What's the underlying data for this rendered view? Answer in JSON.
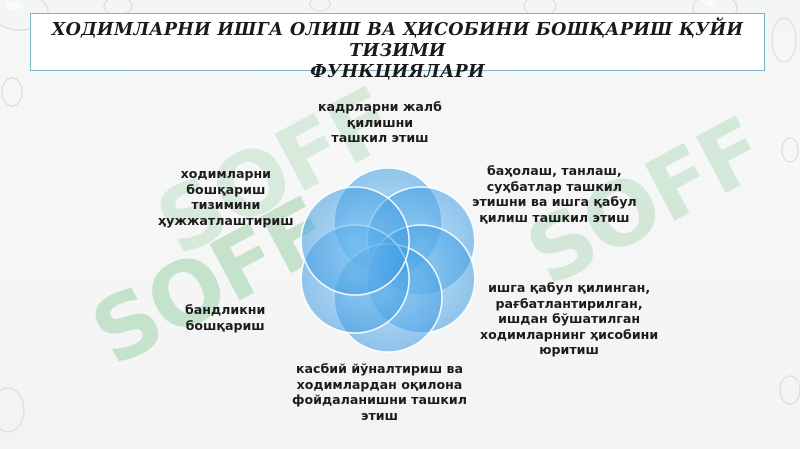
{
  "title": {
    "line1": "ХОДИМЛАРНИ ИШГА ОЛИШ ВА ҲИСОБИНИ БОШҚАРИШ ҚУЙИ ТИЗИМИ",
    "line2": "ФУНКЦИЯЛАРИ"
  },
  "watermark_text": "SOFF",
  "petal_color": "#3d9be3",
  "functions": [
    {
      "lines": [
        "кадрларни жалб",
        "қилишни",
        "ташкил этиш"
      ]
    },
    {
      "lines": [
        "баҳолаш, танлаш,",
        "суҳбатлар ташкил",
        "этишни ва ишга қабул",
        "қилиш ташкил этиш"
      ]
    },
    {
      "lines": [
        "ишга қабул қилинган,",
        "рағбатлантирилган,",
        "ишдан бўшатилган",
        "ходимларнинг ҳисобини",
        "юритиш"
      ]
    },
    {
      "lines": [
        "касбий йўналтириш ва",
        "ходимлардан оқилона",
        "фойдаланишни ташкил",
        "этиш"
      ]
    },
    {
      "lines": [
        "бандликни",
        "бошқариш"
      ]
    },
    {
      "lines": [
        "ходимларни",
        "бошқариш",
        "тизимини",
        "ҳужжатлаштириш"
      ]
    }
  ]
}
